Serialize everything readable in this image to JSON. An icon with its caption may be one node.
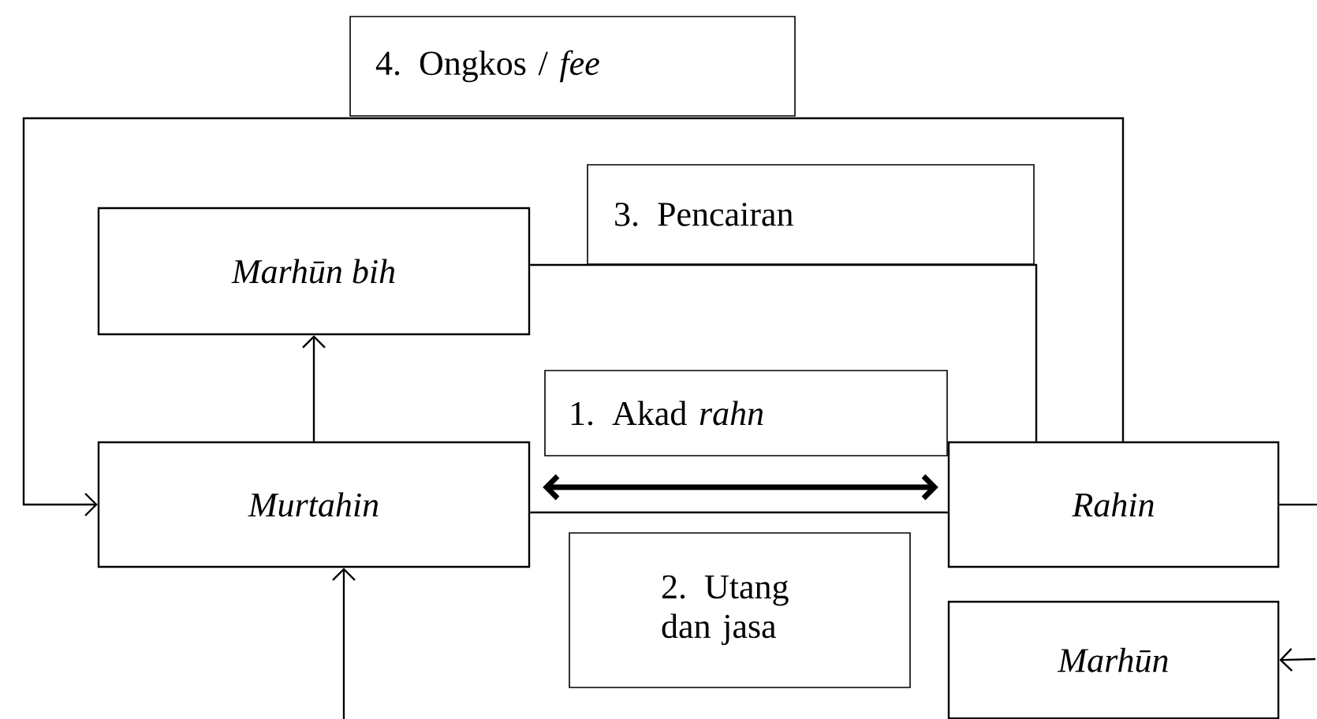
{
  "diagram": {
    "nodes": [
      {
        "text": [
          "Marhūn bih"
        ]
      },
      {
        "text": [
          "Murtahin"
        ]
      },
      {
        "text": [
          "Rahin"
        ]
      },
      {
        "text": [
          "Marhūn"
        ]
      }
    ],
    "edges": [
      {
        "from": 1,
        "to": 0,
        "arrow": "to"
      },
      {
        "from": 1,
        "to": 2,
        "arrow": "both",
        "style": "thick",
        "label": "1.  Akad *rahn*"
      },
      {
        "from": 1,
        "to": 2,
        "arrow": "none",
        "label": "2.  Utang dan jasa"
      },
      {
        "from": 0,
        "to": 2,
        "arrow": "none",
        "label": "3.  Pencairan"
      },
      {
        "from": 2,
        "to": 1,
        "arrow": "to",
        "label": "4.  Ongkos / *fee*"
      },
      {
        "from": 2,
        "to": null,
        "arrow": "none"
      },
      {
        "from": null,
        "to": 1,
        "arrow": "to"
      },
      {
        "from": null,
        "to": 3,
        "arrow": "to"
      }
    ]
  }
}
